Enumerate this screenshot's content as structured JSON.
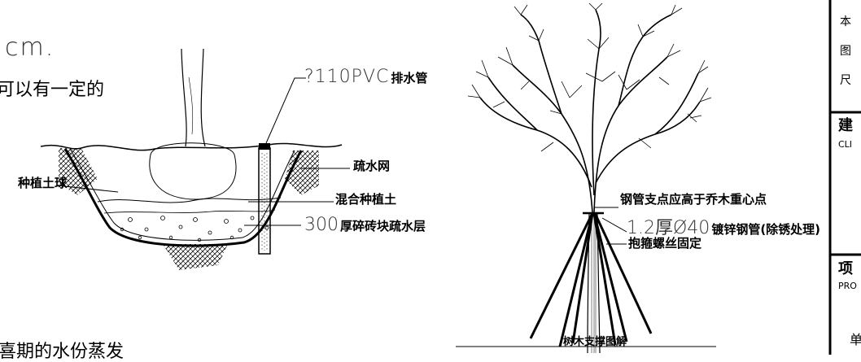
{
  "notes": {
    "line1": "cm.",
    "line2": "可以有一定的",
    "line3": "喜期的水份蒸发"
  },
  "planting_pit": {
    "pipe_label_prefix": "?110PVC",
    "pipe_label_suffix": "排水管",
    "drain_net": "疏水网",
    "root_ball": "种植土球",
    "mixed_soil": "混合种植土",
    "gravel_prefix": "300",
    "gravel_suffix": "厚碎砖块疏水层"
  },
  "tree_support": {
    "support_point": "钢管支点应高于乔木重心点",
    "steel_pipe_spec": "1.2厚Ø40",
    "steel_pipe_text": "镀锌钢管(除锈处理)",
    "hoop": "抱箍螺丝固定",
    "caption": "树木支撑图解"
  },
  "title_block": {
    "row1": "本",
    "row2": "图",
    "row3": "尺",
    "build": "建",
    "build_en": "CLI",
    "project": "项",
    "project_en": "PRO",
    "bottom": "单"
  }
}
